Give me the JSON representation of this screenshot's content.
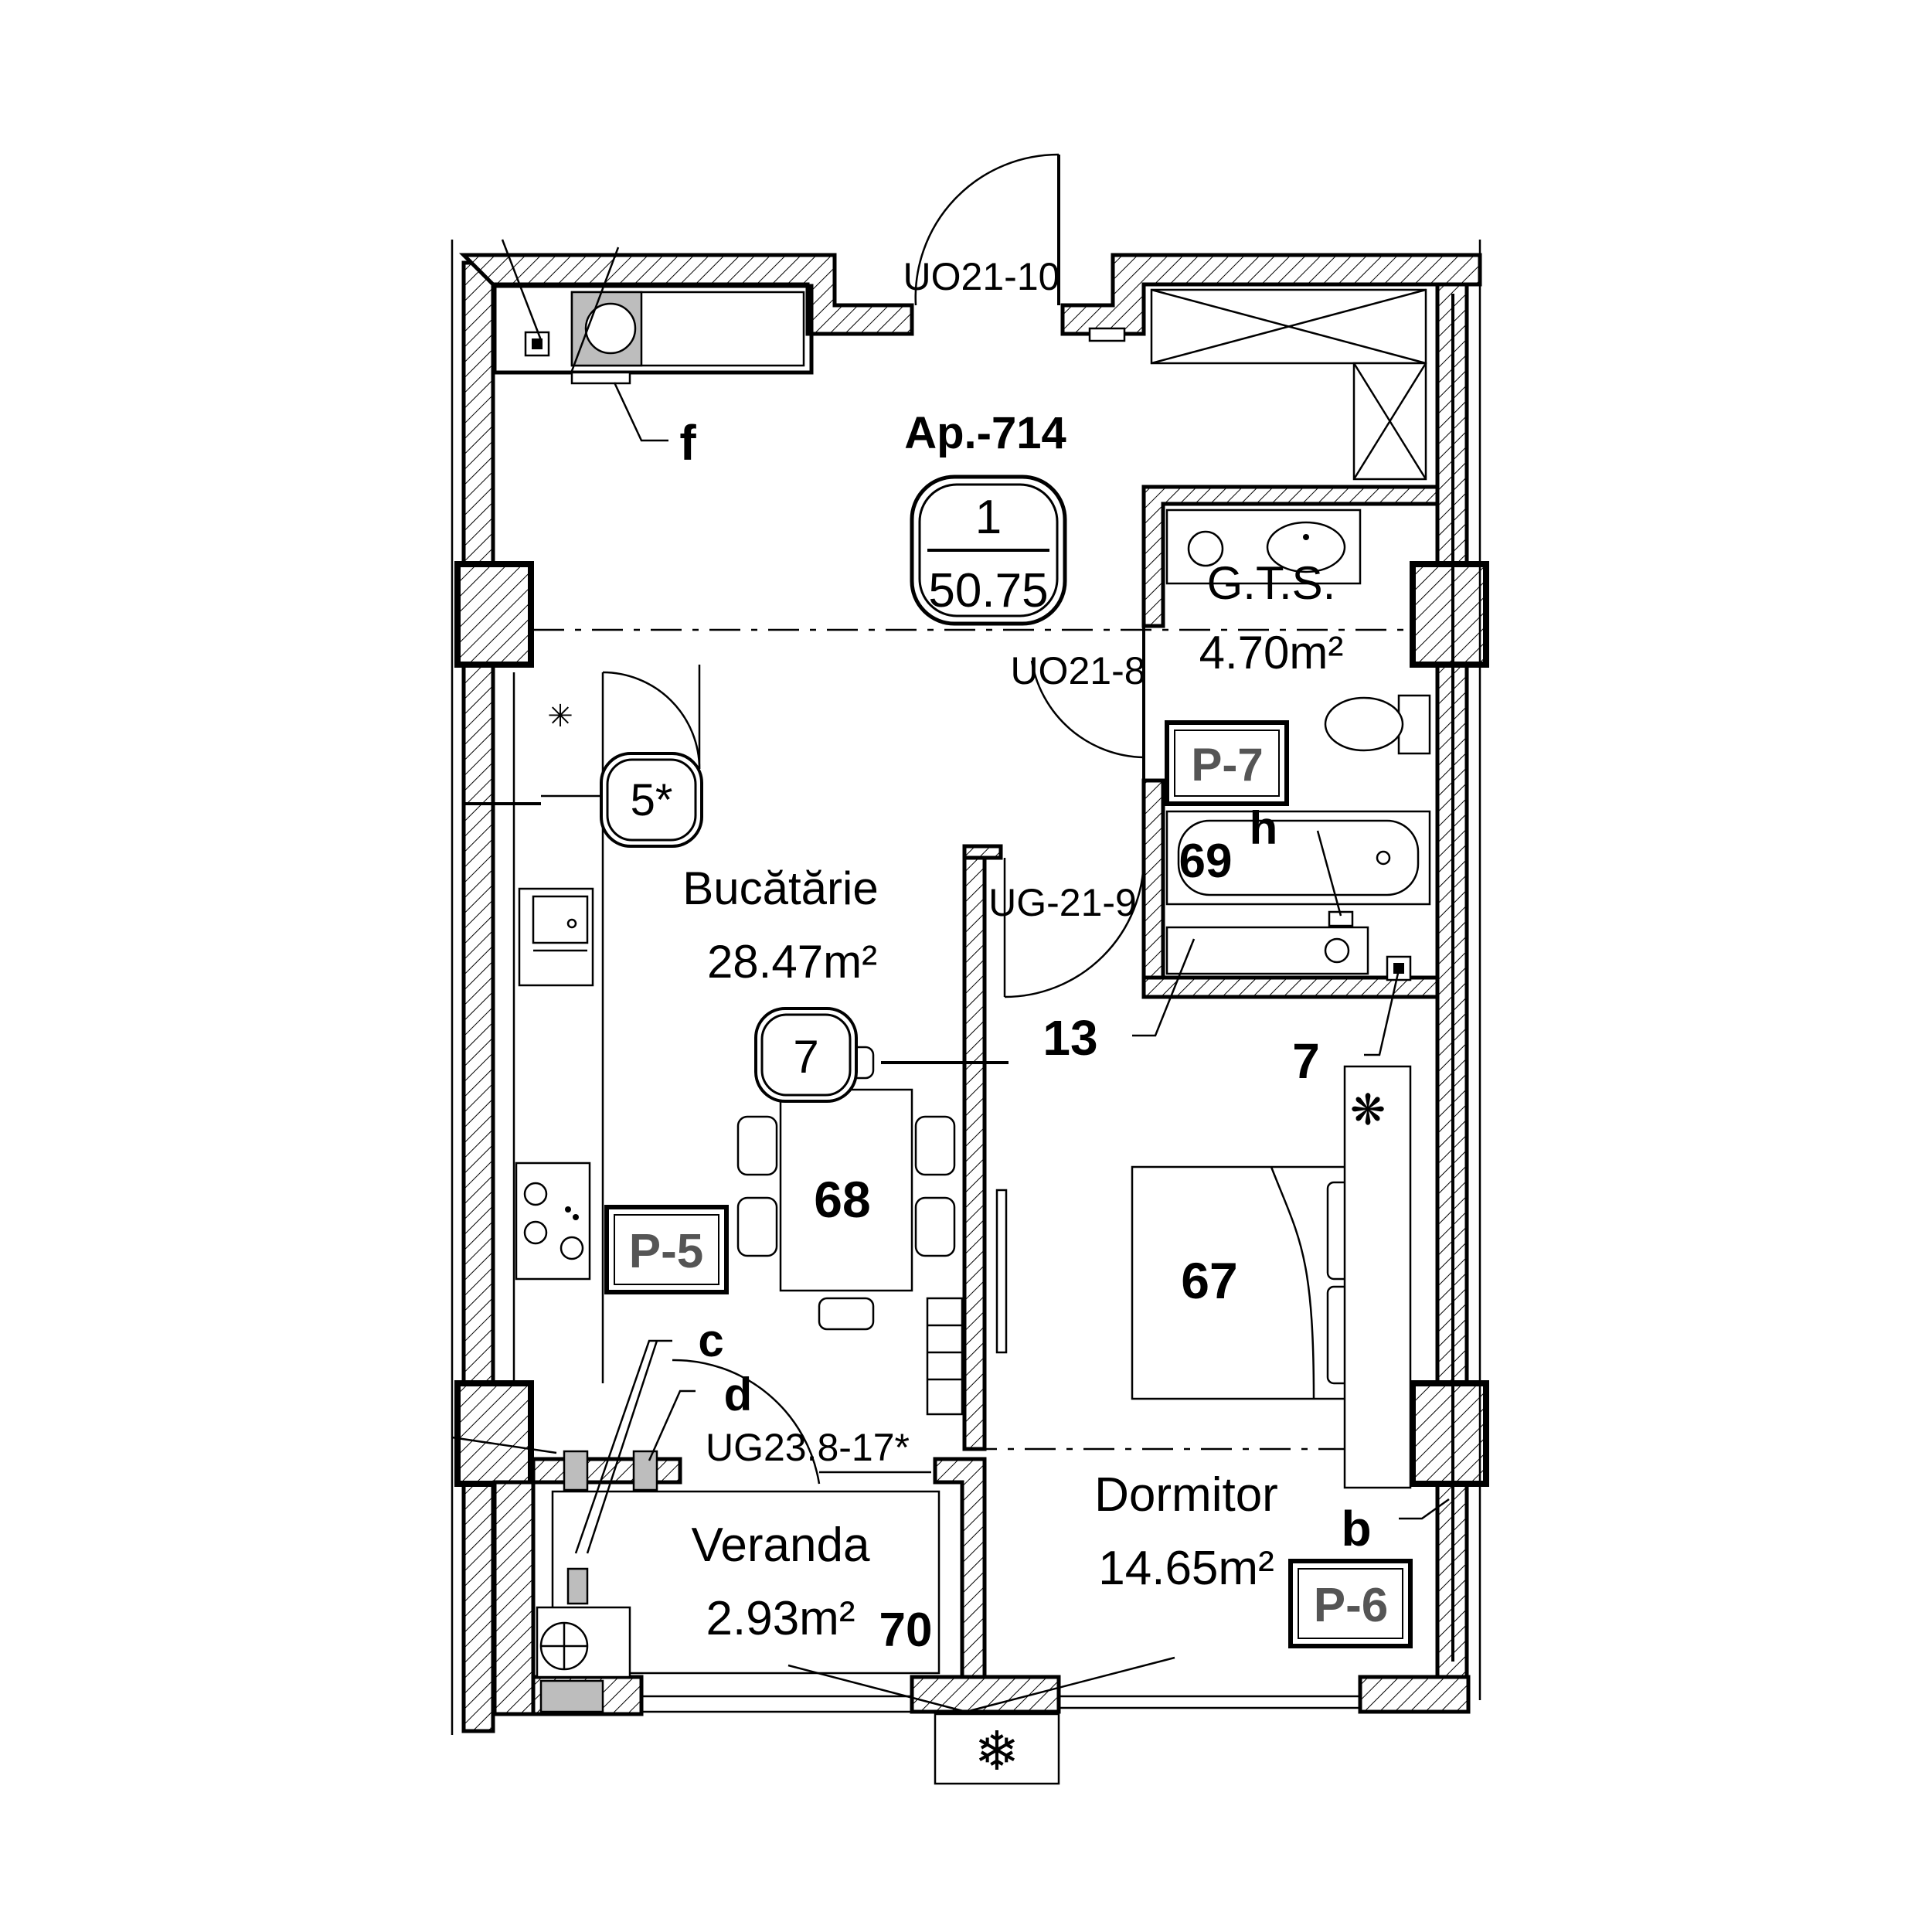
{
  "apartment": {
    "label": "Ap.-714",
    "badge_number": "1",
    "badge_area": "50.75"
  },
  "rooms": {
    "kitchen": {
      "name": "Bucătărie",
      "area": "28.47m²",
      "code": "P-5"
    },
    "bathroom": {
      "name": "G.T.S.",
      "area": "4.70m²",
      "code": "P-7"
    },
    "bedroom": {
      "name": "Dormitor",
      "area": "14.65m²",
      "code": "P-6"
    },
    "veranda": {
      "name": "Veranda",
      "area": "2.93m²"
    }
  },
  "doors": {
    "entry": "UO21-10",
    "bath": "UO21-8",
    "bedroom": "UG-21-9",
    "veranda": "UG23.8-17*"
  },
  "badges": {
    "kitchen_unit": "5*",
    "table": "7"
  },
  "numbers": {
    "table": "68",
    "bed": "67",
    "bathtub": "69",
    "veranda": "70",
    "pointer_13": "13",
    "pointer_7": "7"
  },
  "letters": {
    "f": "f",
    "h": "h",
    "c": "c",
    "d": "d",
    "b": "b"
  }
}
